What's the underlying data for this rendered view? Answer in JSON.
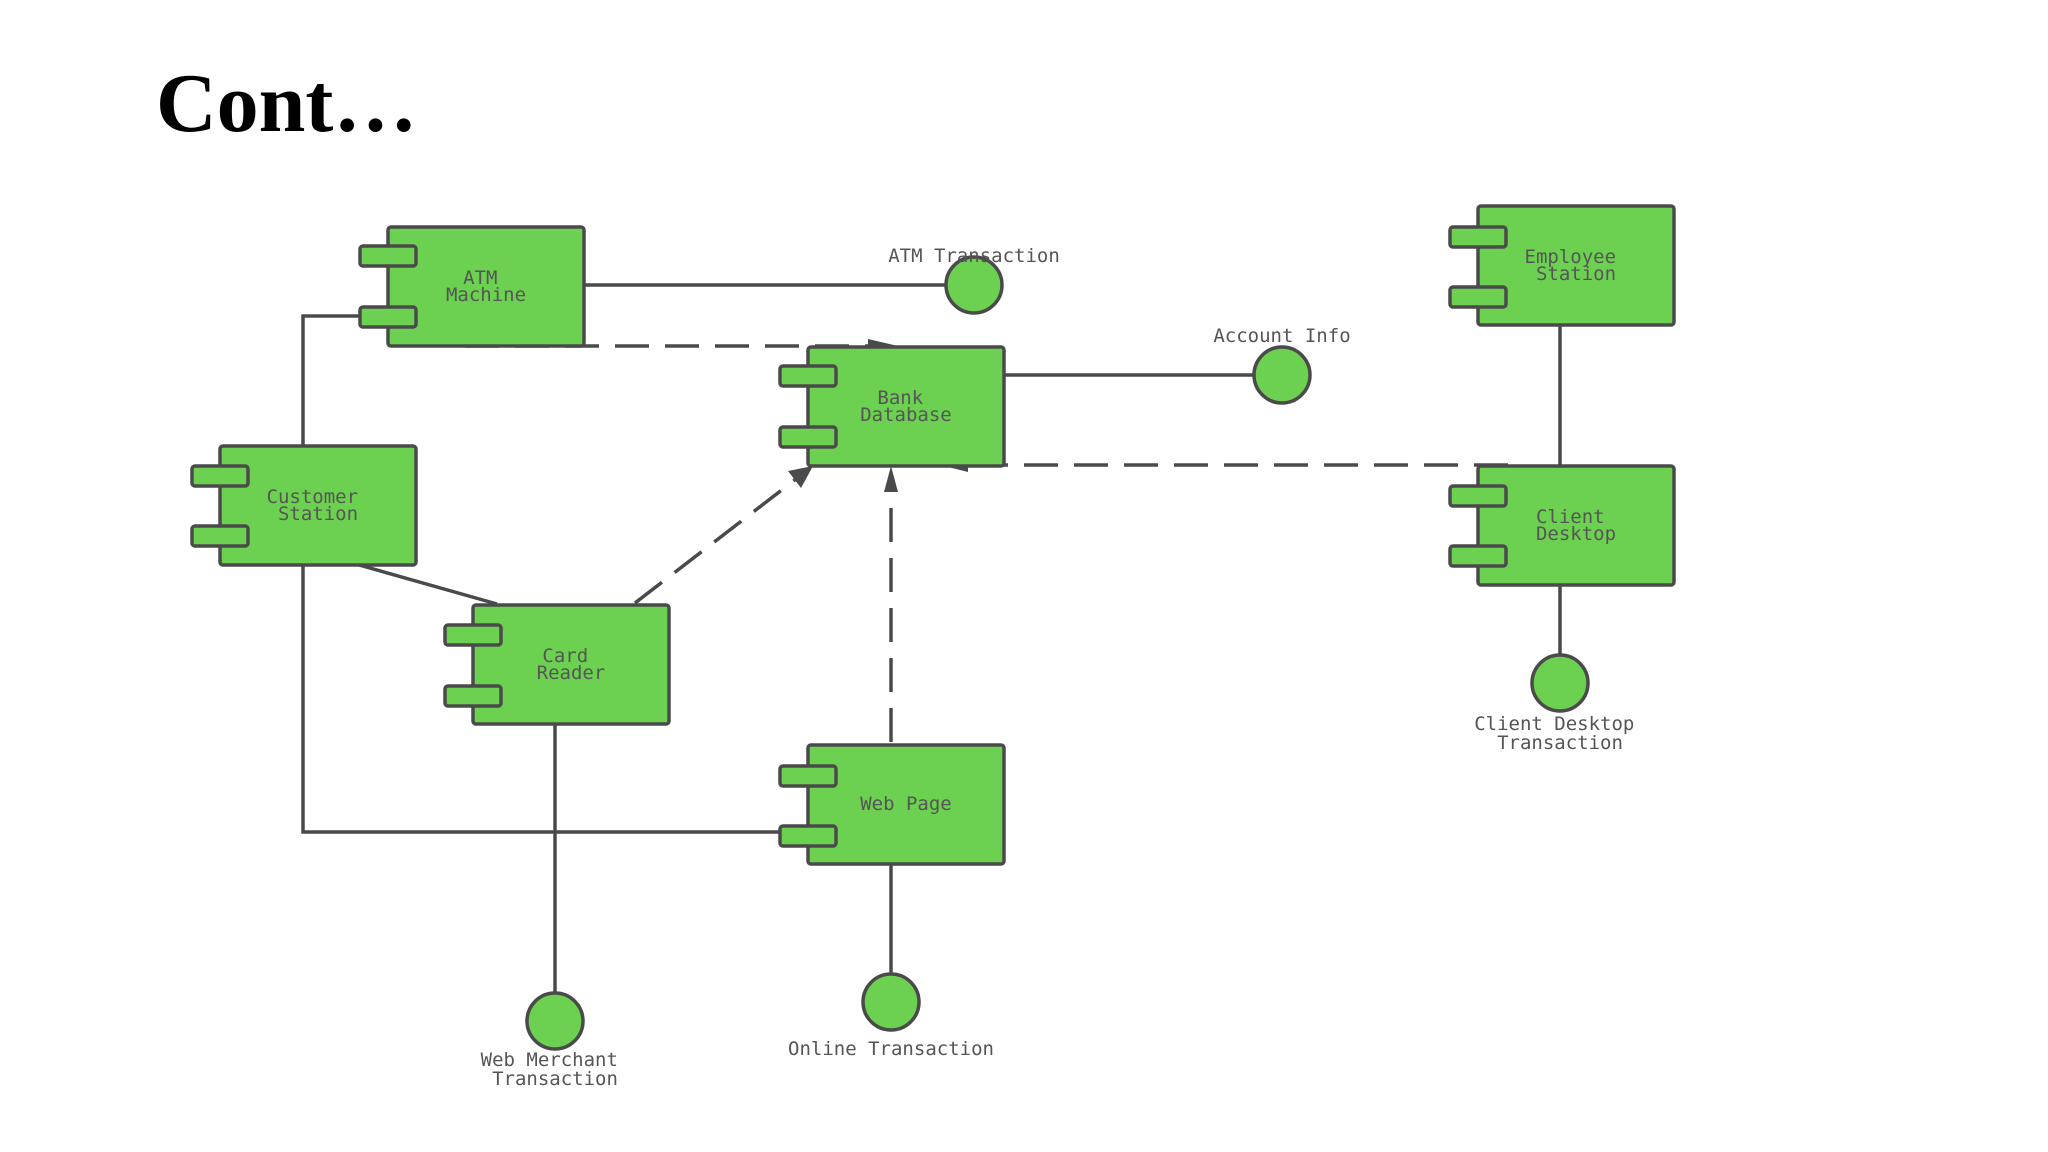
{
  "slide": {
    "title": "Cont…"
  },
  "components": {
    "atm_machine": [
      "ATM",
      "Machine"
    ],
    "bank_database": [
      "Bank",
      "Database"
    ],
    "customer_station": [
      "Customer",
      "Station"
    ],
    "card_reader": [
      "Card",
      "Reader"
    ],
    "web_page": [
      "Web Page"
    ],
    "employee_station": [
      "Employee",
      "Station"
    ],
    "client_desktop": [
      "Client",
      "Desktop"
    ]
  },
  "interfaces": {
    "atm_transaction": [
      "ATM Transaction"
    ],
    "account_info": [
      "Account Info"
    ],
    "client_desktop_transaction": [
      "Client Desktop",
      "Transaction"
    ],
    "web_merchant_transaction": [
      "Web Merchant",
      "Transaction"
    ],
    "online_transaction": [
      "Online Transaction"
    ]
  },
  "colors": {
    "component_fill": "#6cd150",
    "stroke": "#4a4a4a",
    "label": "#555555"
  }
}
